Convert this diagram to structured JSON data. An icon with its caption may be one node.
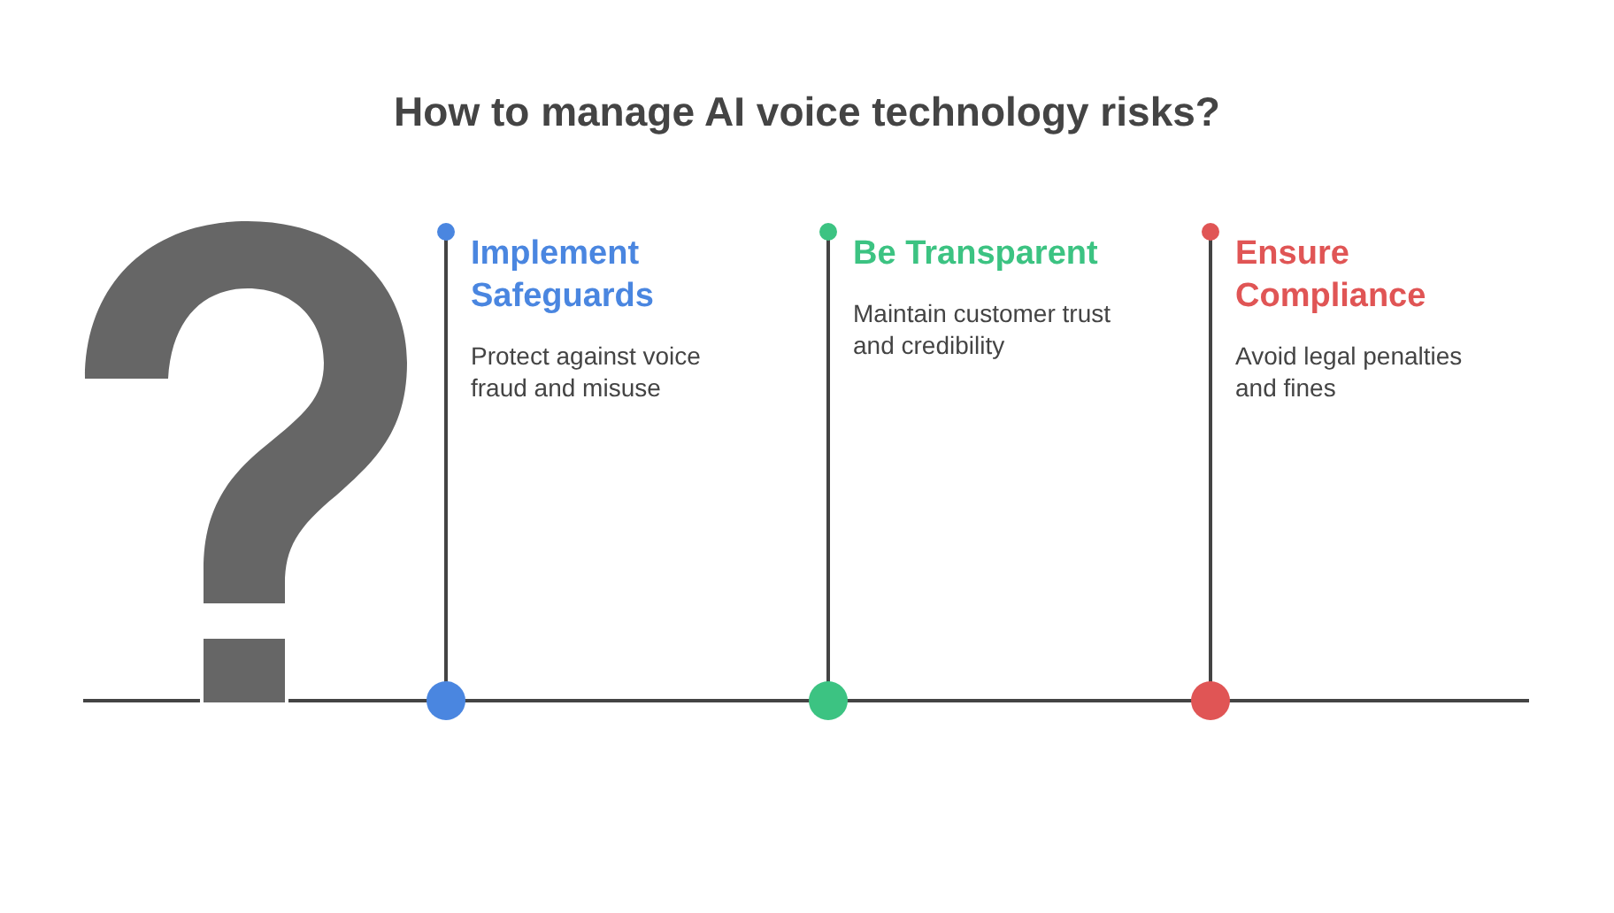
{
  "diagram": {
    "title": "How to manage AI voice technology risks?",
    "labels": [
      "Implement Safeguards",
      "Protect against voice fraud and misuse",
      "Be Transparent",
      "Maintain customer trust and credibility",
      "Ensure Compliance",
      "Avoid legal penalties and fines"
    ]
  }
}
